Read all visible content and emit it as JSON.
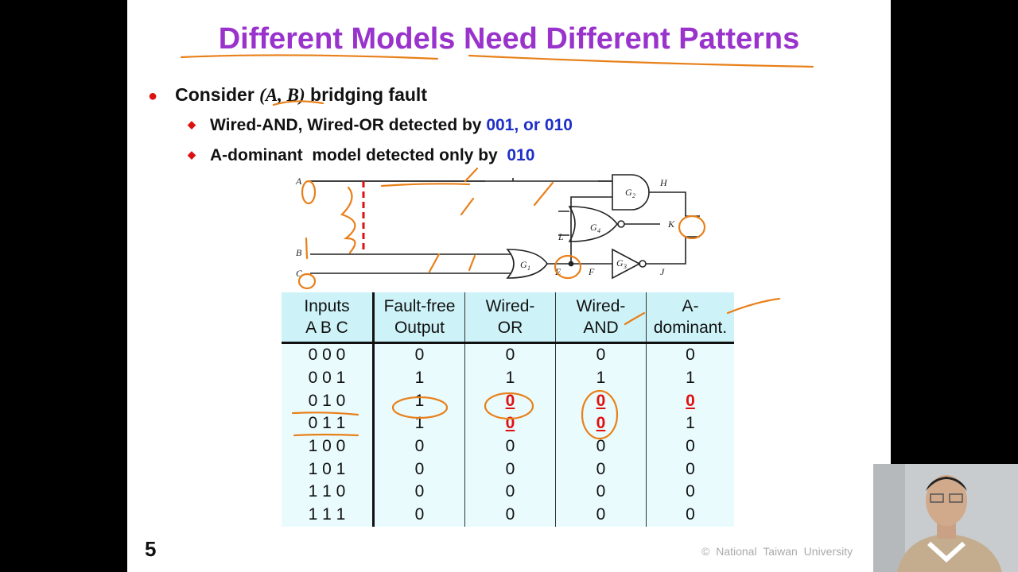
{
  "slide": {
    "title": "Different Models Need Different Patterns",
    "bullet1": {
      "pre": "Consider ",
      "math": "(A, B)",
      "post": " bridging fault"
    },
    "sub1": {
      "text": "Wired-AND, Wired-OR detected by ",
      "highlight": "001, or 010"
    },
    "sub2": {
      "text": "A-dominant  model detected only by  ",
      "highlight": "010"
    },
    "page_number": "5",
    "footer": "© National Taiwan University"
  },
  "circuit": {
    "inputs": [
      "A",
      "B",
      "C"
    ],
    "gates": [
      "G1",
      "G2",
      "G3",
      "G4"
    ],
    "nets": [
      "E",
      "F",
      "H",
      "J",
      "K",
      "L"
    ]
  },
  "truth_table": {
    "headers": [
      [
        "Inputs",
        "A B C"
      ],
      [
        "Fault-free",
        "Output"
      ],
      [
        "Wired-",
        "OR"
      ],
      [
        "Wired-",
        "AND"
      ],
      [
        "A-",
        "dominant."
      ]
    ],
    "rows": [
      [
        "0 0 0",
        "0",
        "0",
        "0",
        "0"
      ],
      [
        "0 0 1",
        "1",
        "1",
        "1",
        "1"
      ],
      [
        "0 1 0",
        "1",
        "0",
        "0",
        "0"
      ],
      [
        "0 1 1",
        "1",
        "0",
        "0",
        "1"
      ],
      [
        "1 0 0",
        "0",
        "0",
        "0",
        "0"
      ],
      [
        "1 0 1",
        "0",
        "0",
        "0",
        "0"
      ],
      [
        "1 1 0",
        "0",
        "0",
        "0",
        "0"
      ],
      [
        "1 1 1",
        "0",
        "0",
        "0",
        "0"
      ]
    ],
    "highlighted_cells": [
      [
        2,
        2
      ],
      [
        2,
        3
      ],
      [
        2,
        4
      ],
      [
        3,
        2
      ],
      [
        3,
        3
      ]
    ]
  },
  "colors": {
    "title": "#9933cc",
    "highlight": "#1f2fc8",
    "fault_value": "#e01010",
    "annotation": "#e8801a"
  }
}
